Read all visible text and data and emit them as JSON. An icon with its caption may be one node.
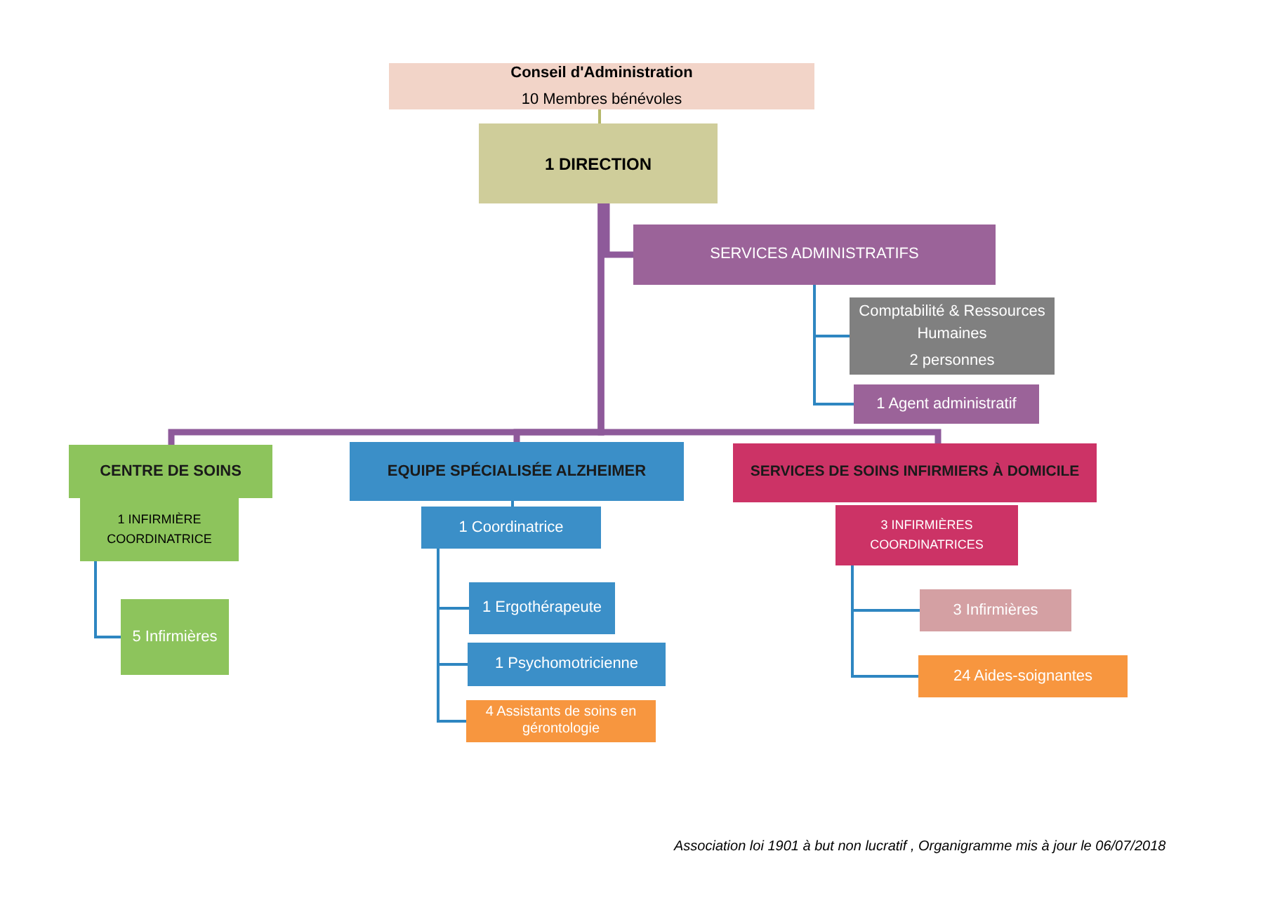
{
  "diagram": {
    "nodes": [
      {
        "text": [
          "Conseil d'Administration",
          "10 Membres bénévoles"
        ]
      },
      {
        "text": [
          "1 DIRECTION"
        ]
      },
      {
        "text": [
          "SERVICES ADMINISTRATIFS"
        ]
      },
      {
        "text": [
          "Comptabilité & Ressources Humaines",
          "2 personnes"
        ]
      },
      {
        "text": [
          "1 Agent administratif"
        ]
      },
      {
        "text": [
          "CENTRE DE SOINS"
        ]
      },
      {
        "text": [
          "1 INFIRMIÈRE COORDINATRICE"
        ]
      },
      {
        "text": [
          "5 Infirmières"
        ]
      },
      {
        "text": [
          "EQUIPE SPÉCIALISÉE ALZHEIMER"
        ]
      },
      {
        "text": [
          "1 Coordinatrice"
        ]
      },
      {
        "text": [
          "1 Ergothérapeute"
        ]
      },
      {
        "text": [
          "1 Psychomotricienne"
        ]
      },
      {
        "text": [
          "4 Assistants de soins en gérontologie"
        ]
      },
      {
        "text": [
          "SERVICES DE SOINS INFIRMIERS À DOMICILE"
        ]
      },
      {
        "text": [
          "3 INFIRMIÈRES COORDINATRICES"
        ]
      },
      {
        "text": [
          "3 Infirmières"
        ]
      },
      {
        "text": [
          "24 Aides-soignantes"
        ]
      }
    ],
    "edges": [
      {
        "from": 0,
        "to": 1,
        "arrow": "none",
        "color": "#b5b86a"
      },
      {
        "from": 1,
        "to": 2,
        "arrow": "none",
        "style": "thick",
        "color": "#8e5a9a"
      },
      {
        "from": 1,
        "to": 5,
        "arrow": "none",
        "style": "thick",
        "color": "#8e5a9a"
      },
      {
        "from": 1,
        "to": 8,
        "arrow": "none",
        "style": "thick",
        "color": "#8e5a9a"
      },
      {
        "from": 1,
        "to": 13,
        "arrow": "none",
        "style": "thick",
        "color": "#8e5a9a"
      },
      {
        "from": 2,
        "to": 3,
        "arrow": "none"
      },
      {
        "from": 2,
        "to": 4,
        "arrow": "none"
      },
      {
        "from": 6,
        "to": 7,
        "arrow": "none"
      },
      {
        "from": 8,
        "to": 9,
        "arrow": "none"
      },
      {
        "from": 9,
        "to": 10,
        "arrow": "none"
      },
      {
        "from": 9,
        "to": 11,
        "arrow": "none"
      },
      {
        "from": 9,
        "to": 12,
        "arrow": "none"
      },
      {
        "from": 14,
        "to": 15,
        "arrow": "none"
      },
      {
        "from": 14,
        "to": 16,
        "arrow": "none"
      }
    ],
    "labels": [
      "Association loi 1901 à but non lucratif , Organigramme  mis à jour le 06/07/2018"
    ]
  }
}
